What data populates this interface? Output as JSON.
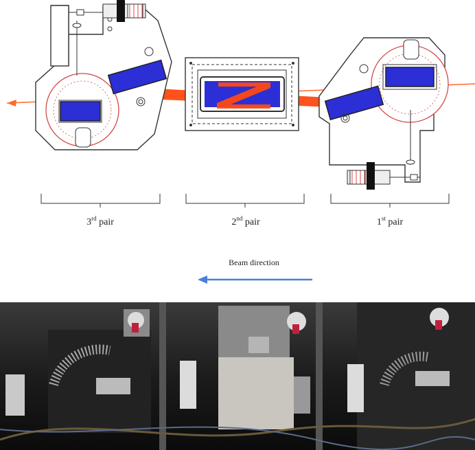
{
  "labels": {
    "pair1": {
      "ordinal": "1",
      "suffix": "st",
      "word": " pair"
    },
    "pair2": {
      "ordinal": "2",
      "suffix": "nd",
      "word": " pair"
    },
    "pair3": {
      "ordinal": "3",
      "suffix": "rd",
      "word": " pair"
    }
  },
  "beam_direction": {
    "label": "Beam direction"
  },
  "colors": {
    "beam": "#ff4a12",
    "magnet": "#2c2fd6",
    "coil": "#d44848",
    "arrow": "#4a7fd8",
    "line": "#333333"
  },
  "photo": {
    "description_hidden": true
  }
}
